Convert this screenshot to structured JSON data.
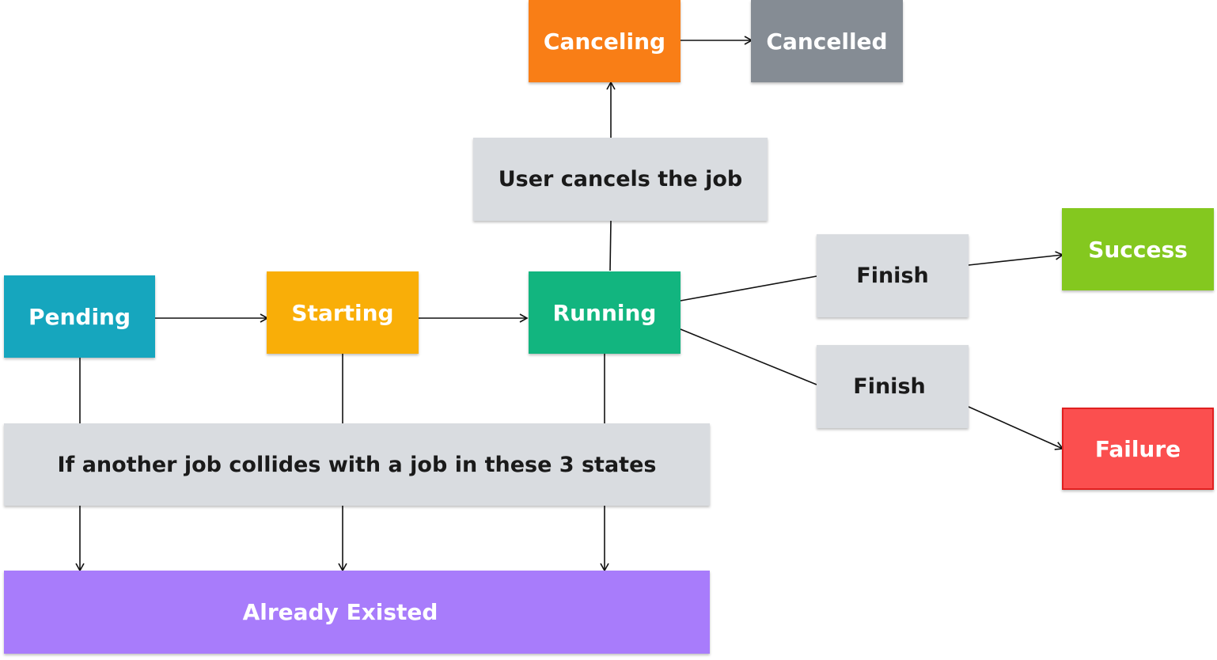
{
  "states": {
    "pending": {
      "label": "Pending",
      "color": "#16a6be"
    },
    "starting": {
      "label": "Starting",
      "color": "#f9ae08"
    },
    "running": {
      "label": "Running",
      "color": "#12b57f"
    },
    "canceling": {
      "label": "Canceling",
      "color": "#f97e16"
    },
    "cancelled": {
      "label": "Cancelled",
      "color": "#858c94"
    },
    "success": {
      "label": "Success",
      "color": "#84c81f"
    },
    "failure": {
      "label": "Failure",
      "color": "#fb4f4f",
      "border": "#e02020"
    },
    "already_existed": {
      "label": "Already Existed",
      "color": "#a87cfb"
    }
  },
  "conditions": {
    "user_cancels": "User cancels the job",
    "finish_success": "Finish",
    "finish_failure": "Finish",
    "collision": "If another job collides with a job in these 3 states"
  },
  "colors": {
    "condition_bg": "#d9dce0",
    "edge": "#111111"
  }
}
